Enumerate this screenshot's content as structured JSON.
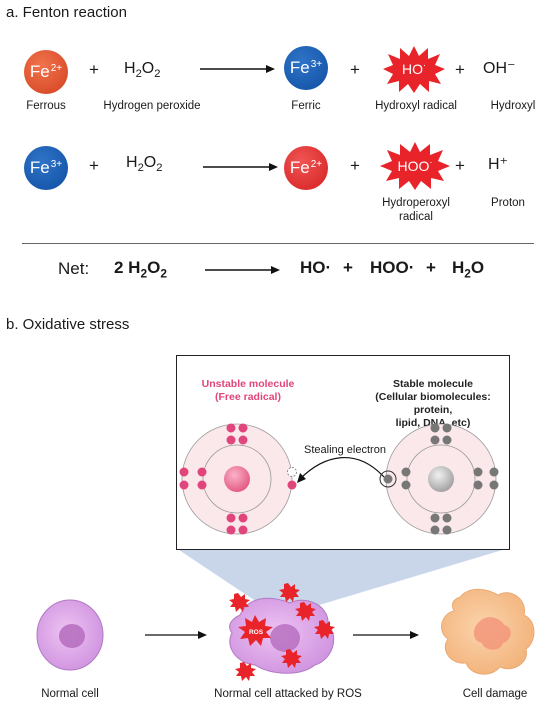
{
  "section_a": {
    "title": "a. Fenton reaction",
    "row1": {
      "reactant1": {
        "symbol": "Fe",
        "charge": "2+",
        "label": "Ferrous"
      },
      "reactant2": {
        "formula": "H2O2",
        "label": "Hydrogen peroxide"
      },
      "product1": {
        "symbol": "Fe",
        "charge": "3+",
        "label": "Ferric"
      },
      "product2": {
        "formula": "HO·",
        "label": "Hydroxyl radical"
      },
      "product3": {
        "formula": "OH⁻",
        "label": "Hydroxyl"
      }
    },
    "row2": {
      "reactant1": {
        "symbol": "Fe",
        "charge": "3+"
      },
      "reactant2": {
        "formula": "H2O2"
      },
      "product1": {
        "symbol": "Fe",
        "charge": "2+"
      },
      "product2": {
        "formula": "HOO·",
        "label_line1": "Hydroperoxyl",
        "label_line2": "radical"
      },
      "product3": {
        "formula": "H⁺",
        "label": "Proton"
      }
    },
    "net": {
      "label": "Net:",
      "reactant": "2 H2O2",
      "products": [
        "HO·",
        "HOO·",
        "H2O"
      ]
    },
    "plus": "+"
  },
  "section_b": {
    "title": "b. Oxidative stress",
    "unstable": {
      "line1": "Unstable molecule",
      "line2": "(Free radical)"
    },
    "stable": {
      "line1": "Stable molecule",
      "line2": "(Cellular biomolecules: protein,",
      "line3": "lipid, DNA, etc)"
    },
    "stealing": "Stealing electron",
    "ros_tag": "ROS",
    "cells": [
      "Normal cell",
      "Normal cell attacked by ROS",
      "Cell damage"
    ]
  },
  "colors": {
    "ferrous": "#d2401f",
    "ferric": "#0f4ea1",
    "radical_burst": "#e8232a",
    "unstable_title": "#e0457b",
    "cell_purple": "#d9a4e6",
    "damage_orange": "#f7c08a"
  }
}
